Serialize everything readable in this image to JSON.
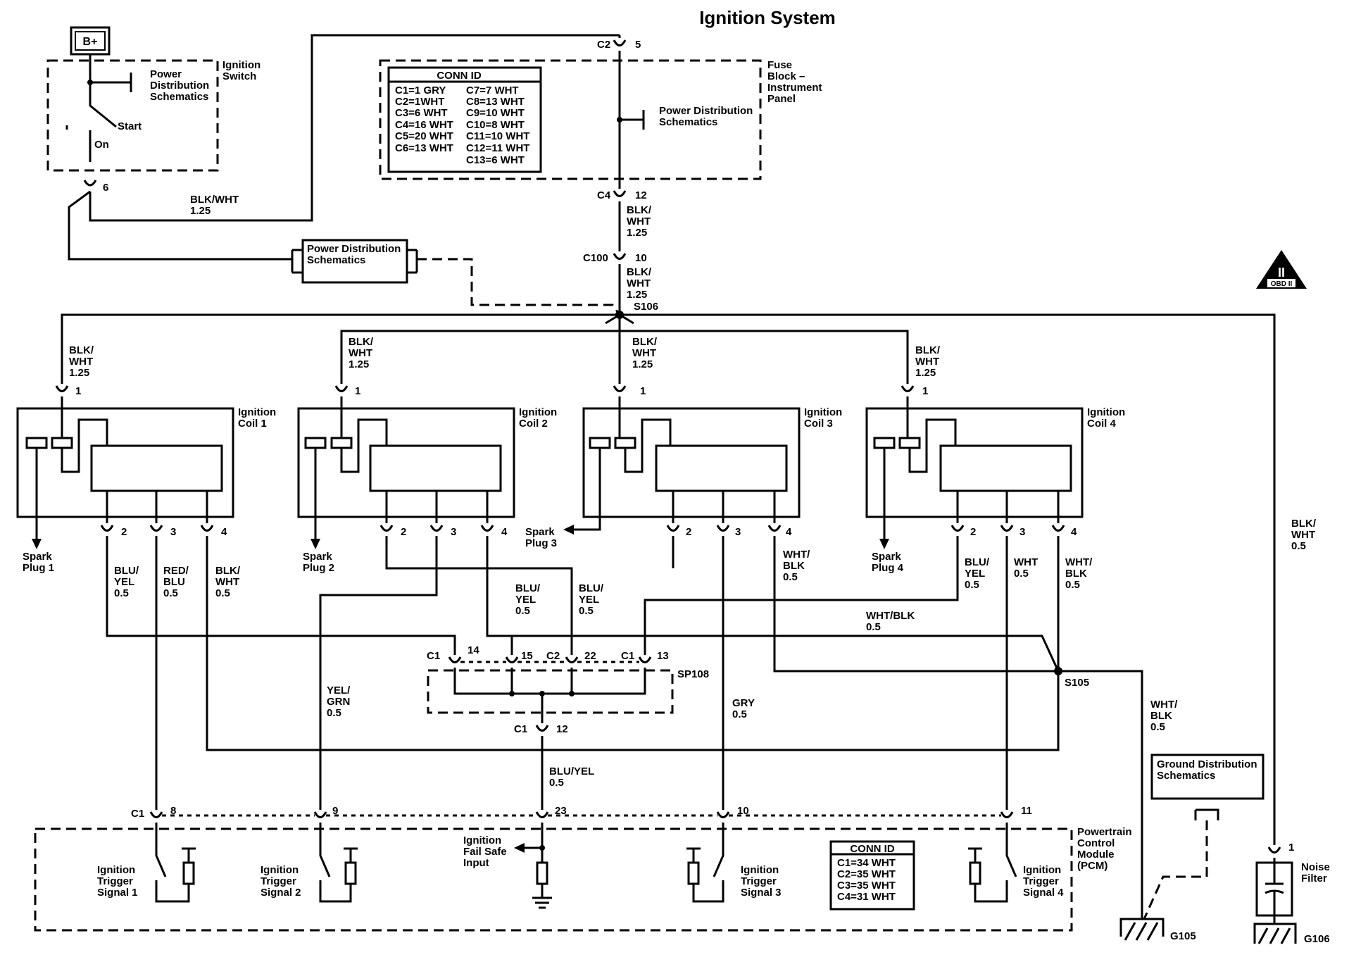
{
  "title": "Ignition System",
  "bplus": "B+",
  "ignition_switch": {
    "label": [
      "Ignition",
      "Switch"
    ],
    "power_ref": [
      "Power",
      "Distribution",
      "Schematics"
    ],
    "start": "Start",
    "on": "On",
    "pin": "6"
  },
  "feed_wire": {
    "color": "BLK/WHT",
    "size": "1.25"
  },
  "fuse_block": {
    "label": [
      "Fuse",
      "Block –",
      "Instrument",
      "Panel"
    ],
    "power_ref": [
      "Power Distribution",
      "Schematics"
    ],
    "top_conn": "C2",
    "top_pin": "5",
    "bottom_conn": "C4",
    "bottom_pin": "12"
  },
  "fuse_conn_id": {
    "title": "CONN ID",
    "col1": [
      "C1=1 GRY",
      "C2=1WHT",
      "C3=6 WHT",
      "C4=16 WHT",
      "C5=20 WHT",
      "C6=13 WHT"
    ],
    "col2": [
      "C7=7 WHT",
      "C8=13 WHT",
      "C9=10 WHT",
      "C10=8 WHT",
      "C11=10 WHT",
      "C12=11 WHT",
      "C13=6 WHT"
    ]
  },
  "wire_c4_c100": [
    "BLK/",
    "WHT",
    "1.25"
  ],
  "c100": {
    "conn": "C100",
    "pin": "10"
  },
  "wire_c100_s106": [
    "BLK/",
    "WHT",
    "1.25"
  ],
  "s106": "S106",
  "power_dist_box": [
    "Power Distribution",
    "Schematics"
  ],
  "obd": {
    "mark": "II",
    "label": "OBD II"
  },
  "coil_feed": [
    "BLK/",
    "WHT",
    "1.25"
  ],
  "coils": [
    {
      "label": [
        "Ignition",
        "Coil 1"
      ],
      "spark": [
        "Spark",
        "Plug 1"
      ],
      "pins": [
        "1",
        "2",
        "3",
        "4"
      ]
    },
    {
      "label": [
        "Ignition",
        "Coil 2"
      ],
      "spark": [
        "Spark",
        "Plug 2"
      ],
      "pins": [
        "1",
        "2",
        "3",
        "4"
      ]
    },
    {
      "label": [
        "Ignition",
        "Coil 3"
      ],
      "spark": [
        "Spark",
        "Plug 3"
      ],
      "pins": [
        "1",
        "2",
        "3",
        "4"
      ]
    },
    {
      "label": [
        "Ignition",
        "Coil 4"
      ],
      "spark": [
        "Spark",
        "Plug 4"
      ],
      "pins": [
        "1",
        "2",
        "3",
        "4"
      ]
    }
  ],
  "wires": {
    "c1p2": [
      "BLU/",
      "YEL",
      "0.5"
    ],
    "c1p3": [
      "RED/",
      "BLU",
      "0.5"
    ],
    "c1p4": [
      "BLK/",
      "WHT",
      "0.5"
    ],
    "c2p2": [
      "BLU/",
      "YEL",
      "0.5"
    ],
    "c3p2": [
      "BLU/",
      "YEL",
      "0.5"
    ],
    "c3p4": [
      "WHT/",
      "BLK",
      "0.5"
    ],
    "c4p2": [
      "BLU/",
      "YEL",
      "0.5"
    ],
    "c4p3": [
      "WHT",
      "0.5"
    ],
    "c4p4": [
      "WHT/",
      "BLK",
      "0.5"
    ],
    "whtblk_h": [
      "WHT/BLK",
      "0.5"
    ],
    "yelgrn": [
      "YEL/",
      "GRN",
      "0.5"
    ],
    "gry": [
      "GRY",
      "0.5"
    ],
    "bluyel_pcm": [
      "BLU/YEL",
      "0.5"
    ],
    "s105_down": [
      "WHT/",
      "BLK",
      "0.5"
    ],
    "noise_feed": [
      "BLK/",
      "WHT",
      "0.5"
    ]
  },
  "sp108": {
    "label": "SP108",
    "conns": [
      {
        "conn": "C1",
        "pin": "14"
      },
      {
        "conn": "",
        "pin": "15"
      },
      {
        "conn": "C2",
        "pin": "22"
      },
      {
        "conn": "C1",
        "pin": "13"
      }
    ],
    "out_conn": "C1",
    "out_pin": "12"
  },
  "s105": "S105",
  "pcm": {
    "label": [
      "Powertrain",
      "Control",
      "Module",
      "(PCM)"
    ],
    "conn": "C1",
    "pins": [
      "8",
      "9",
      "23",
      "10",
      "11"
    ],
    "signals": [
      [
        "Ignition",
        "Trigger",
        "Signal 1"
      ],
      [
        "Ignition",
        "Trigger",
        "Signal 2"
      ],
      [
        "Ignition",
        "Trigger",
        "Signal 3"
      ],
      [
        "Ignition",
        "Trigger",
        "Signal 4"
      ]
    ],
    "failsafe": [
      "Ignition",
      "Fail Safe",
      "Input"
    ],
    "conn_id": {
      "title": "CONN ID",
      "rows": [
        "C1=34 WHT",
        "C2=35 WHT",
        "C3=35 WHT",
        "C4=31 WHT"
      ]
    }
  },
  "ground_dist": [
    "Ground Distribution",
    "Schematics"
  ],
  "g105": "G105",
  "g106": "G106",
  "noise_filter": {
    "label": [
      "Noise",
      "Filter"
    ],
    "pin": "1"
  }
}
